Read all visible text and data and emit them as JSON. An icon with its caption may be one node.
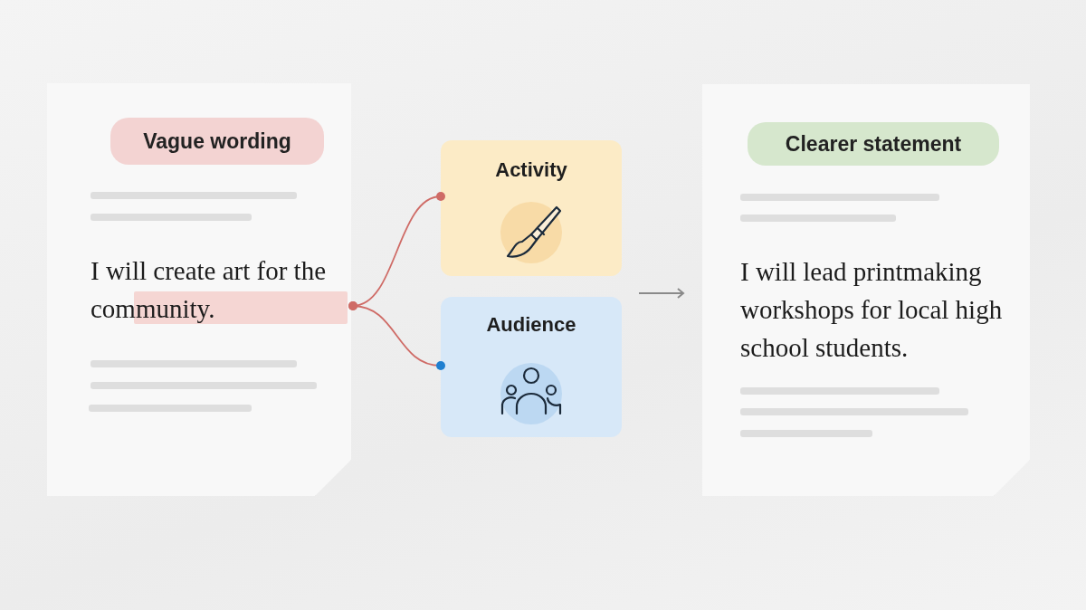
{
  "diagram": {
    "nodes": [
      {
        "text": [
          "Vague wording"
        ]
      },
      {
        "text": [
          "I will create art for the community."
        ],
        "in": 0
      },
      {
        "text": [
          "Activity"
        ]
      },
      {
        "text": [
          "Audience"
        ]
      },
      {
        "text": [
          "Clearer statement",
          "I will lead printmaking workshops for local high school students."
        ]
      }
    ],
    "edges": [
      {
        "from": 1,
        "to": 2,
        "arrow": "other",
        "color": "#cf6b66"
      },
      {
        "from": 1,
        "to": 3,
        "arrow": "other",
        "color": "#cf6b66"
      },
      {
        "from": null,
        "to": 4,
        "arrow": "to",
        "color": "#8a8a8a"
      }
    ]
  }
}
